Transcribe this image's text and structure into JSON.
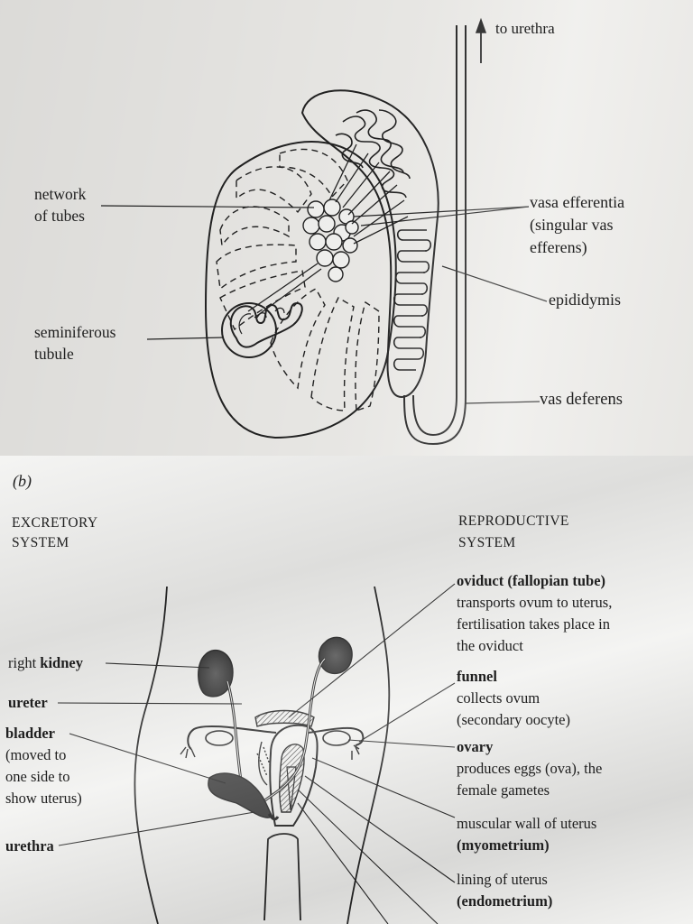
{
  "diagram_a": {
    "to_urethra": "to urethra",
    "network_of_tubes": [
      "network",
      "of tubes"
    ],
    "vasa_efferentia": [
      "vasa efferentia",
      "(singular vas",
      "efferens)"
    ],
    "epididymis": "epididymis",
    "seminiferous_tubule": [
      "seminiferous",
      "tubule"
    ],
    "vas_deferens": "vas deferens"
  },
  "diagram_b": {
    "panel_label": "(b)",
    "excretory_heading": [
      "EXCRETORY",
      "SYSTEM"
    ],
    "reproductive_heading": [
      "REPRODUCTIVE",
      "SYSTEM"
    ],
    "left_labels": {
      "right_kidney": {
        "prefix": "right ",
        "bold": "kidney"
      },
      "ureter": "ureter",
      "bladder": {
        "bold": "bladder",
        "notes": [
          "(moved to",
          "one side to",
          "show uterus)"
        ]
      },
      "urethra": "urethra"
    },
    "right_labels": {
      "oviduct": {
        "bold": "oviduct (fallopian tube)",
        "lines": [
          "transports ovum to uterus,",
          "fertilisation takes place in",
          "the oviduct"
        ]
      },
      "funnel": {
        "bold": "funnel",
        "lines": [
          "collects ovum",
          "(secondary oocyte)"
        ]
      },
      "ovary": {
        "bold": "ovary",
        "lines": [
          "produces eggs (ova), the",
          "female gametes"
        ]
      },
      "myometrium": {
        "lines": [
          "muscular wall of uterus"
        ],
        "bold": "(myometrium)"
      },
      "endometrium": {
        "lines": [
          "lining of uterus"
        ],
        "bold": "(endometrium)"
      }
    }
  }
}
